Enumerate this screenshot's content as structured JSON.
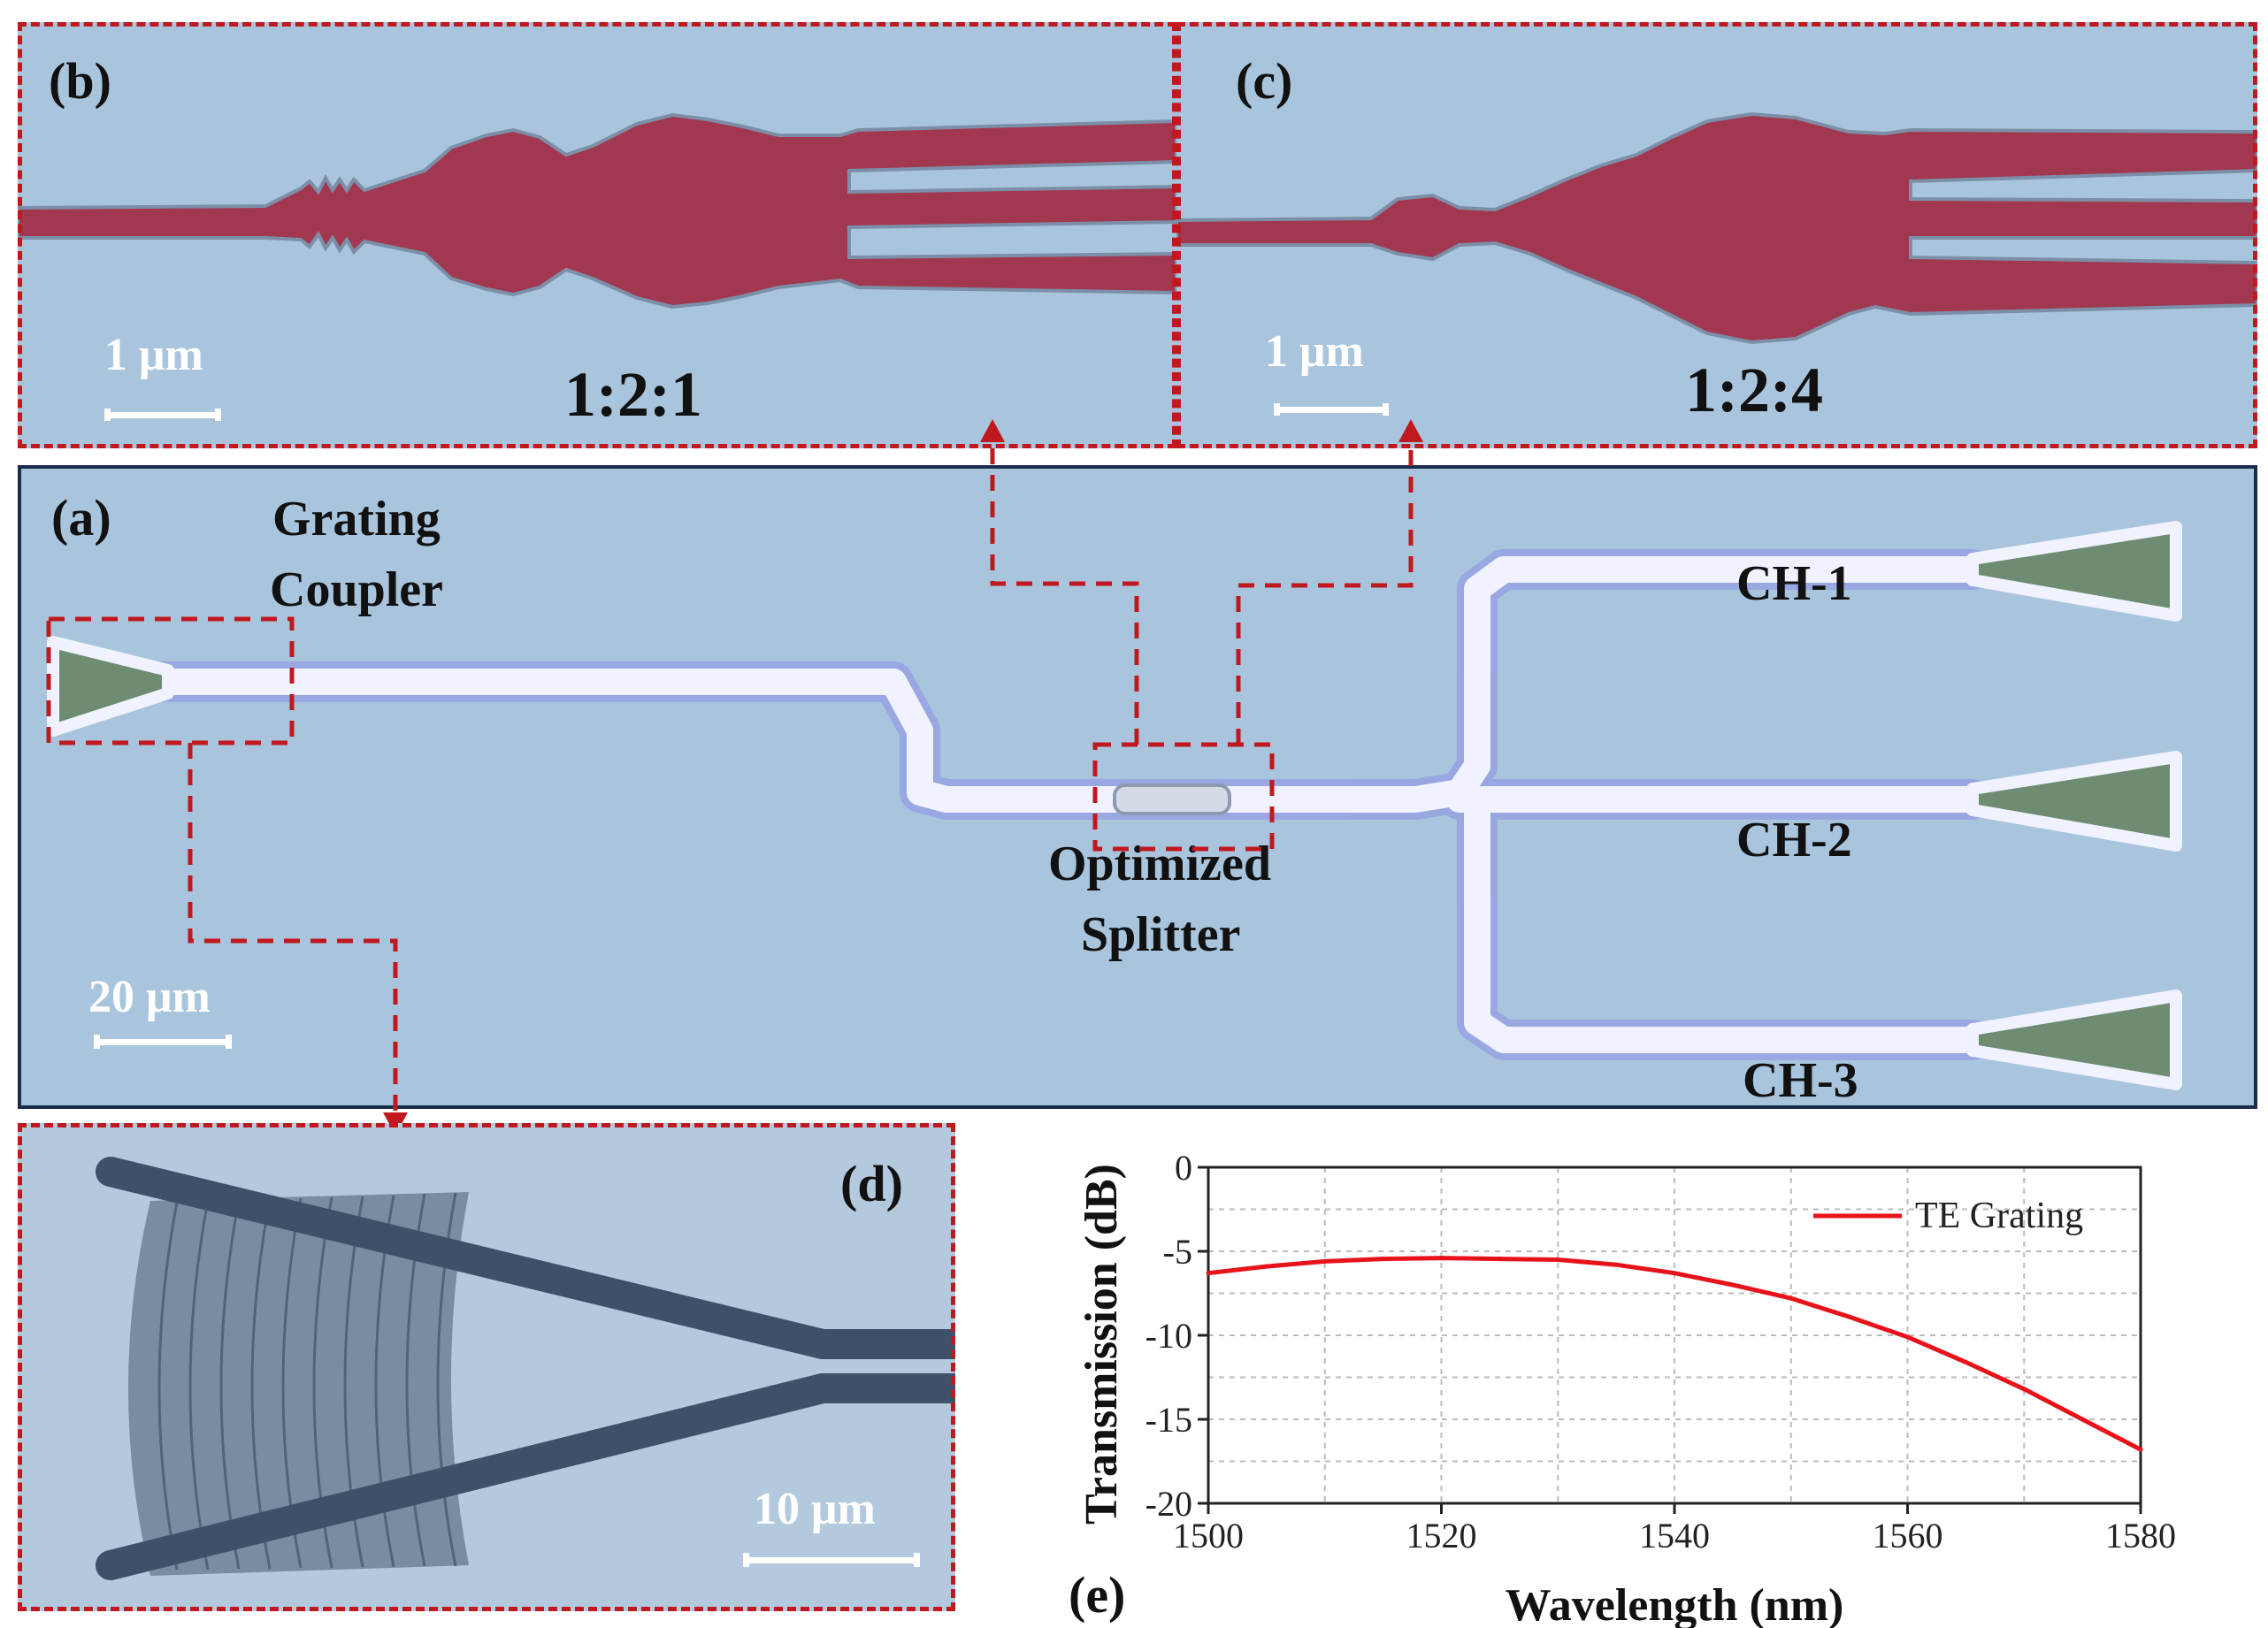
{
  "panels": {
    "b": {
      "label": "(b)",
      "scale": "1 μm",
      "ratio": "1:2:1"
    },
    "c": {
      "label": "(c)",
      "scale": "1 μm",
      "ratio": "1:2:4"
    },
    "a": {
      "label": "(a)",
      "grating_coupler": [
        "Grating",
        "Coupler"
      ],
      "splitter": [
        "Optimized",
        "Splitter"
      ],
      "channels": [
        "CH-1",
        "CH-2",
        "CH-3"
      ],
      "scale": "20 μm"
    },
    "d": {
      "label": "(d)",
      "scale": "10 μm"
    },
    "e": {
      "label": "(e)"
    }
  },
  "colors": {
    "sem_background": "#a9c5dd",
    "device_red": "#a2384f",
    "waveguide": "#ffffff",
    "dashed_box": "#c0181e",
    "frame": "#1b2c4a",
    "curve": "#e8121a"
  },
  "chart_data": {
    "type": "line",
    "xlabel": "Wavelength (nm)",
    "ylabel": "Transmission (dB)",
    "xlim": [
      1500,
      1580
    ],
    "ylim": [
      -20,
      0
    ],
    "xticks": [
      "1500",
      "1520",
      "1540",
      "1560",
      "1580"
    ],
    "yticks": [
      "0",
      "-5",
      "-10",
      "-15",
      "-20"
    ],
    "grid": true,
    "legend_position": "top-right",
    "series": [
      {
        "name": "TE Grating",
        "x": [
          1500,
          1505,
          1510,
          1515,
          1520,
          1525,
          1530,
          1535,
          1540,
          1545,
          1550,
          1555,
          1560,
          1565,
          1570,
          1575,
          1580
        ],
        "y": [
          -6.3,
          -5.9,
          -5.6,
          -5.45,
          -5.4,
          -5.45,
          -5.5,
          -5.8,
          -6.3,
          -7.0,
          -7.8,
          -8.9,
          -10.1,
          -11.6,
          -13.2,
          -15.0,
          -16.8
        ]
      }
    ]
  }
}
